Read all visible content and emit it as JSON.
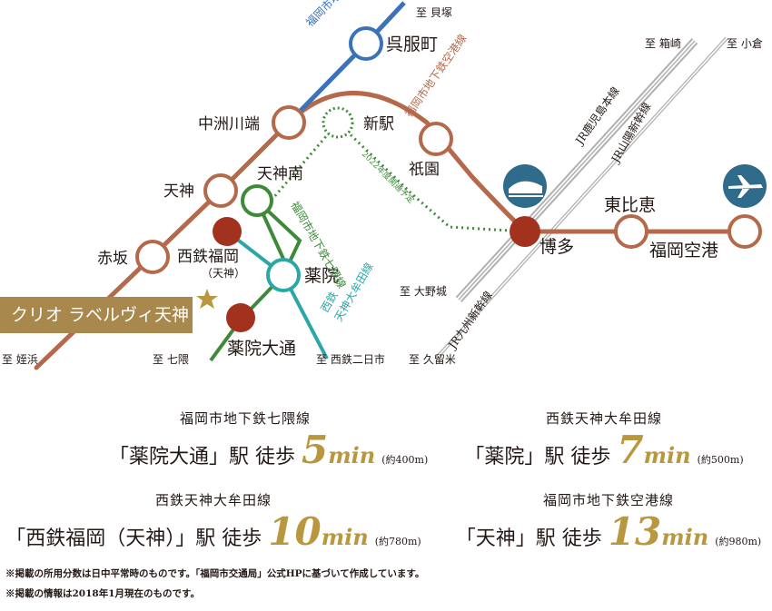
{
  "colors": {
    "tenjin_omuta": "#2ba7a7",
    "kuko": "#b5694b",
    "nanakuma": "#3f8a3a",
    "hakozaki": "#3b72b8",
    "jr": "#aaaaaa",
    "station_fill": "#a2321d",
    "accent_gold": "#b8973e",
    "brand_bg": "#a8884c"
  },
  "map": {
    "directions": {
      "kaizuka": "至 貝塚",
      "hakozaki_dir": "至 箱崎",
      "kokura": "至 小倉",
      "meinohama": "至 姪浜",
      "nanakuma": "至 七隈",
      "nishitetsu_futsukaichi": "至 西鉄二日市",
      "kurume": "至 久留米",
      "onojo": "至 大野城"
    },
    "stations": {
      "gofukumachi": "呉服町",
      "nakasukawabata": "中洲川端",
      "shineki": "新駅",
      "gion": "祇園",
      "tenjin": "天神",
      "tenjinminami": "天神南",
      "akasaka": "赤坂",
      "nishitetsu_fukuoka": "西鉄福岡",
      "nishitetsu_fukuoka_sub": "（天神）",
      "yakuin": "薬院",
      "yakuin_odori": "薬院大通",
      "hakata": "博多",
      "higashihie": "東比恵",
      "fukuoka_airport": "福岡空港"
    },
    "line_labels": {
      "hakozaki_line": "福岡市地下鉄箱崎線",
      "kuko_line": "福岡市地下鉄空港線",
      "nanakuma_line": "福岡市地下鉄七隈線",
      "tenjin_omuta_line_a": "西鉄",
      "tenjin_omuta_line_b": "天神大牟田線",
      "jr_kagoshima": "JR鹿児島本線",
      "jr_sanyo": "JR山陽新幹線",
      "jr_kyushu": "JR九州新幹線",
      "planned": "2022年度開通予定"
    },
    "brand": "クリオ ラベルヴィ天神"
  },
  "access": [
    {
      "line": "福岡市地下鉄七隈線",
      "station": "「薬院大通」駅",
      "walk": "徒歩",
      "minutes": "5",
      "unit": "min",
      "distance": "(約400m)"
    },
    {
      "line": "西鉄天神大牟田線",
      "station": "「薬院」駅",
      "walk": "徒歩",
      "minutes": "7",
      "unit": "min",
      "distance": "(約500m)"
    },
    {
      "line": "西鉄天神大牟田線",
      "station": "「西鉄福岡（天神）」駅",
      "walk": "徒歩",
      "minutes": "10",
      "unit": "min",
      "distance": "(約780m)"
    },
    {
      "line": "福岡市地下鉄空港線",
      "station": "「天神」駅",
      "walk": "徒歩",
      "minutes": "13",
      "unit": "min",
      "distance": "(約980m)"
    }
  ],
  "notes": [
    "※掲載の所用分数は日中平常時のものです。「福岡市交通局」公式HPに基づいて作成しています。",
    "※掲載の情報は2018年1月現在のものです。"
  ]
}
